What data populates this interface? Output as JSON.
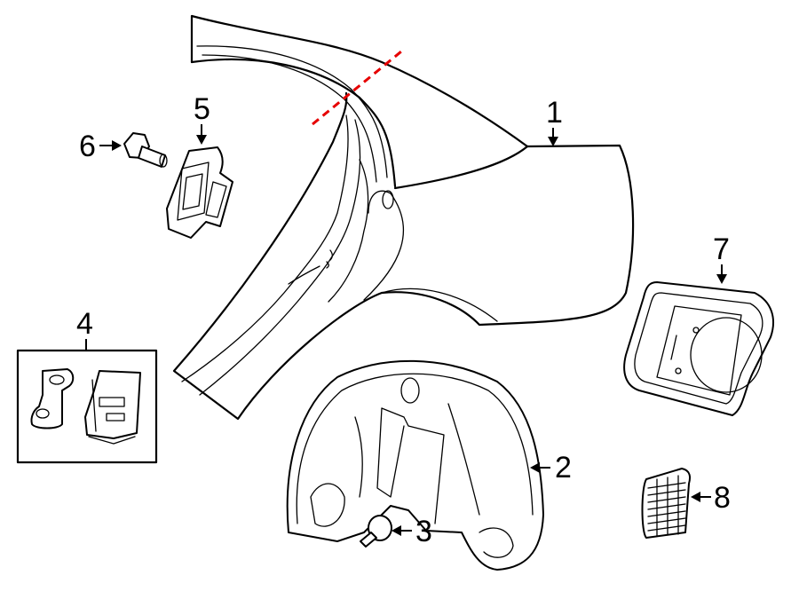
{
  "diagram": {
    "cut_line_color": "#e60000",
    "callouts": {
      "c1": "1",
      "c2": "2",
      "c3": "3",
      "c4": "4",
      "c5": "5",
      "c6": "6",
      "c7": "7",
      "c8": "8"
    }
  }
}
